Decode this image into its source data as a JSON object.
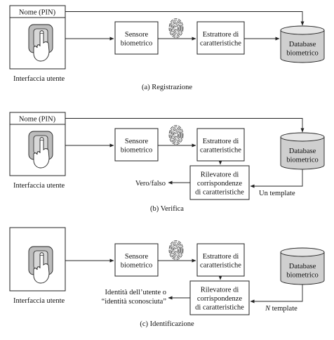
{
  "panels": [
    {
      "name_pin": "Nome (PIN)",
      "user_interface": "Interfaccia utente",
      "sensor": [
        "Sensore",
        "biometrico"
      ],
      "extractor": [
        "Estrattore di",
        "caratteristiche"
      ],
      "database": [
        "Database",
        "biometrico"
      ],
      "caption": "(a) Registrazione"
    },
    {
      "name_pin": "Nome (PIN)",
      "user_interface": "Interfaccia utente",
      "sensor": [
        "Sensore",
        "biometrico"
      ],
      "extractor": [
        "Estrattore di",
        "caratteristiche"
      ],
      "database": [
        "Database",
        "biometrico"
      ],
      "matcher": [
        "Rilevatore di",
        "corrispondenze",
        "di caratteristiche"
      ],
      "result": [
        "Vero/falso"
      ],
      "template": "Un template",
      "caption": "(b) Verifica"
    },
    {
      "user_interface": "Interfaccia utente",
      "sensor": [
        "Sensore",
        "biometrico"
      ],
      "extractor": [
        "Estrattore di",
        "caratteristiche"
      ],
      "database": [
        "Database",
        "biometrico"
      ],
      "matcher": [
        "Rilevatore di",
        "corrispondenze",
        "di caratteristiche"
      ],
      "result": [
        "Identità dell’utente o",
        "“identità sconosciuta”"
      ],
      "template_prefix": "N",
      "template_suffix": " template",
      "caption": "(c) Identificazione"
    }
  ],
  "colors": {
    "ink": "#222222",
    "database_fill": "#cfcfcf",
    "database_top": "#e6e6e6",
    "pad_fill": "#bdbdbd",
    "hand_fill": "#ffffff"
  }
}
